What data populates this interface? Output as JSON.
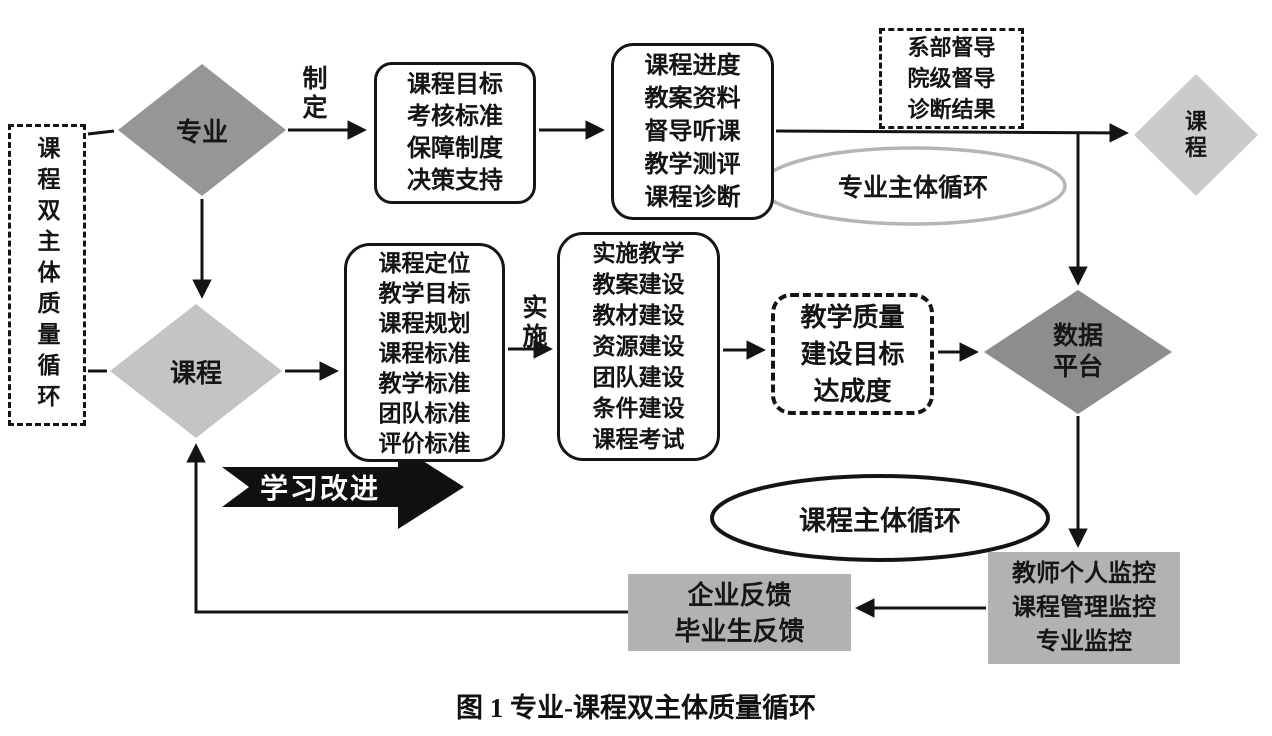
{
  "page": {
    "caption": "图 1 专业-课程双主体质量循环"
  },
  "left_cycle_label": "课程双主体质量循环",
  "diamonds": {
    "major": "专业",
    "course": "课程",
    "course_right": [
      "课",
      "程"
    ],
    "data_platform": [
      "数据",
      "平台"
    ]
  },
  "edge_labels": {
    "formulate": "制定",
    "implement": "实施"
  },
  "boxes": {
    "major_outputs": [
      "课程目标",
      "考核标准",
      "保障制度",
      "决策支持"
    ],
    "major_monitoring": [
      "课程进度",
      "教案资料",
      "督导听课",
      "教学测评",
      "课程诊断"
    ],
    "supervision": [
      "系部督导",
      "院级督导",
      "诊断结果"
    ],
    "course_standards": [
      "课程定位",
      "教学目标",
      "课程规划",
      "课程标准",
      "教学标准",
      "团队标准",
      "评价标准"
    ],
    "course_build": [
      "实施教学",
      "教案建设",
      "教材建设",
      "资源建设",
      "团队建设",
      "条件建设",
      "课程考试"
    ],
    "quality_target": [
      "教学质量",
      "建设目标",
      "达成度"
    ],
    "monitor": [
      "教师个人监控",
      "课程管理监控",
      "专业监控"
    ],
    "feedback": [
      "企业反馈",
      "毕业生反馈"
    ]
  },
  "labels": {
    "major_cycle": "专业主体循环",
    "course_cycle": "课程主体循环",
    "learning_improve": "学习改进"
  },
  "colors": {
    "diamond_dark": "#969696",
    "diamond_light": "#c4c4c4",
    "diamond_lighter": "#cbcbcb",
    "data_platform_fill": "#8d8d8d",
    "gray_box_fill": "#b2b2b2",
    "major_cycle_stroke": "#b5b5b5",
    "line": "#141414",
    "learning_arrow_fill": "#101010"
  }
}
